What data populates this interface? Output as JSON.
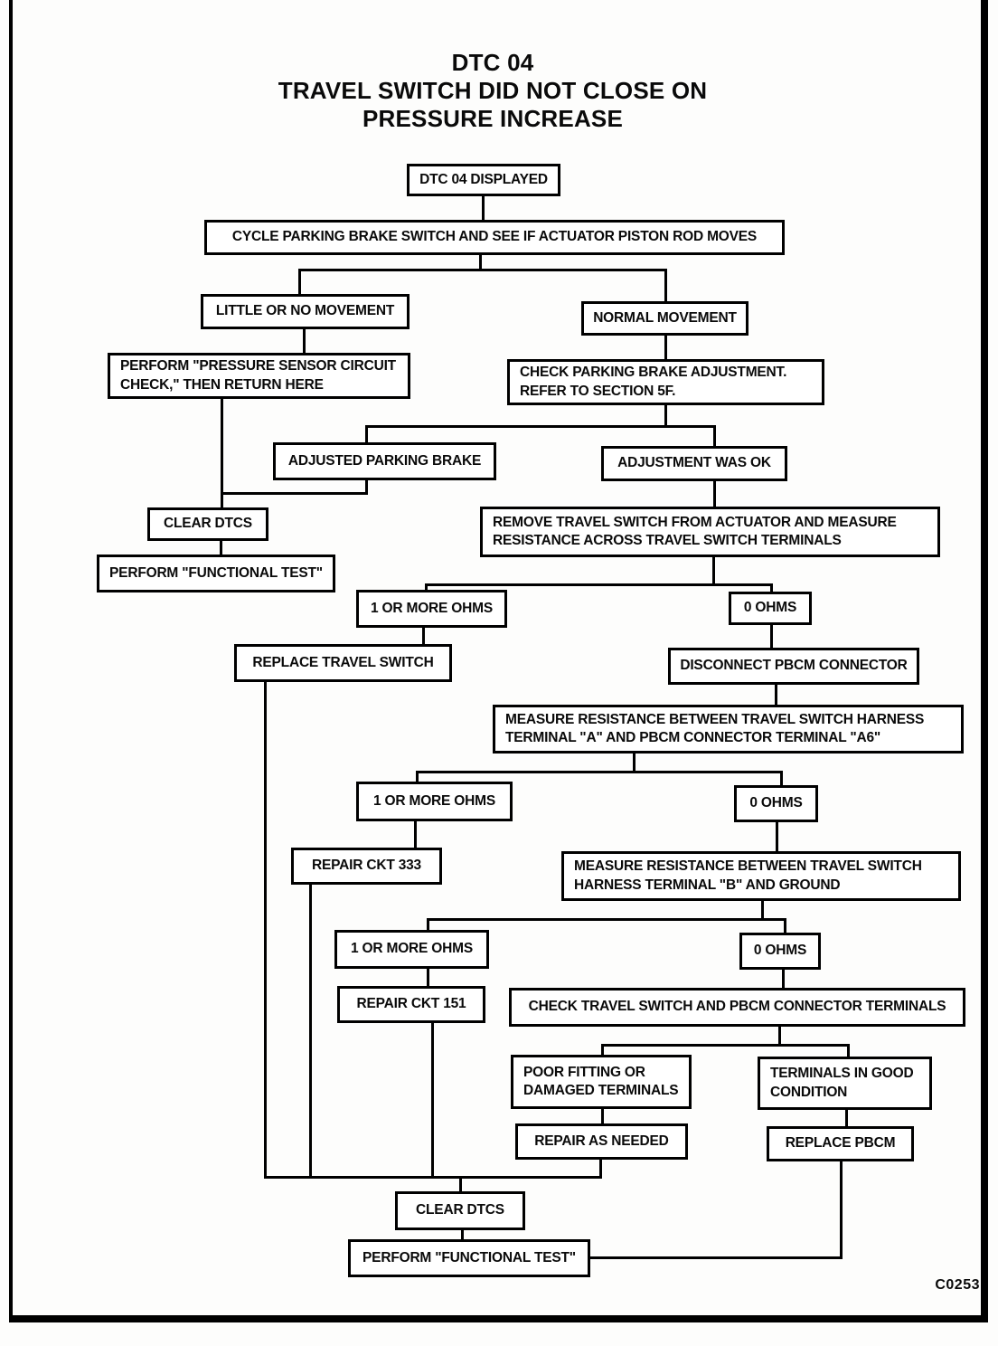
{
  "page": {
    "title_line1": "DTC 04",
    "title_line2": "TRAVEL SWITCH DID NOT CLOSE ON",
    "title_line3": "PRESSURE INCREASE",
    "figure_code": "C0253"
  },
  "nodes": {
    "dtc_displayed": "DTC 04 DISPLAYED",
    "cycle_parking_brake": "CYCLE PARKING BRAKE SWITCH AND SEE IF ACTUATOR PISTON ROD MOVES",
    "little_movement": "LITTLE OR NO MOVEMENT",
    "normal_movement": "NORMAL MOVEMENT",
    "perform_pressure_sensor": "PERFORM \"PRESSURE SENSOR CIRCUIT\nCHECK,\" THEN RETURN HERE",
    "check_adjustment": "CHECK PARKING BRAKE ADJUSTMENT.\nREFER TO SECTION 5F.",
    "adjusted_brake": "ADJUSTED PARKING BRAKE",
    "adjustment_ok": "ADJUSTMENT WAS OK",
    "clear_dtcs_left": "CLEAR DTCS",
    "functional_test_left": "PERFORM \"FUNCTIONAL TEST\"",
    "remove_travel_switch": "REMOVE TRAVEL SWITCH FROM ACTUATOR AND MEASURE\nRESISTANCE ACROSS TRAVEL SWITCH TERMINALS",
    "ohms_more_1": "1 OR MORE OHMS",
    "ohms_zero_1": "0 OHMS",
    "replace_travel_switch": "REPLACE TRAVEL SWITCH",
    "disconnect_pbcm": "DISCONNECT PBCM CONNECTOR",
    "measure_a_a6": "MEASURE RESISTANCE  BETWEEN TRAVEL SWITCH HARNESS\nTERMINAL \"A\" AND PBCM CONNECTOR TERMINAL \"A6\"",
    "ohms_more_2": "1 OR MORE OHMS",
    "ohms_zero_2": "0 OHMS",
    "repair_ckt_333": "REPAIR CKT 333",
    "measure_b_ground": "MEASURE RESISTANCE  BETWEEN TRAVEL SWITCH\nHARNESS TERMINAL \"B\" AND GROUND",
    "ohms_more_3": "1 OR MORE OHMS",
    "ohms_zero_3": "0 OHMS",
    "repair_ckt_151": "REPAIR CKT 151",
    "check_terminals": "CHECK TRAVEL SWITCH AND PBCM CONNECTOR TERMINALS",
    "poor_fitting": "POOR FITTING OR\nDAMAGED TERMINALS",
    "good_condition": "TERMINALS IN GOOD\nCONDITION",
    "repair_as_needed": "REPAIR AS NEEDED",
    "replace_pbcm": "REPLACE PBCM",
    "clear_dtcs_bottom": "CLEAR DTCS",
    "functional_test_bottom": "PERFORM \"FUNCTIONAL TEST\""
  },
  "edges": [
    [
      "dtc_displayed",
      "cycle_parking_brake"
    ],
    [
      "cycle_parking_brake",
      "little_movement"
    ],
    [
      "cycle_parking_brake",
      "normal_movement"
    ],
    [
      "little_movement",
      "perform_pressure_sensor"
    ],
    [
      "normal_movement",
      "check_adjustment"
    ],
    [
      "perform_pressure_sensor",
      "clear_dtcs_left"
    ],
    [
      "check_adjustment",
      "adjusted_brake"
    ],
    [
      "check_adjustment",
      "adjustment_ok"
    ],
    [
      "adjusted_brake",
      "clear_dtcs_left"
    ],
    [
      "clear_dtcs_left",
      "functional_test_left"
    ],
    [
      "adjustment_ok",
      "remove_travel_switch"
    ],
    [
      "remove_travel_switch",
      "ohms_more_1"
    ],
    [
      "remove_travel_switch",
      "ohms_zero_1"
    ],
    [
      "ohms_more_1",
      "replace_travel_switch"
    ],
    [
      "ohms_zero_1",
      "disconnect_pbcm"
    ],
    [
      "disconnect_pbcm",
      "measure_a_a6"
    ],
    [
      "measure_a_a6",
      "ohms_more_2"
    ],
    [
      "measure_a_a6",
      "ohms_zero_2"
    ],
    [
      "ohms_more_2",
      "repair_ckt_333"
    ],
    [
      "ohms_zero_2",
      "measure_b_ground"
    ],
    [
      "measure_b_ground",
      "ohms_more_3"
    ],
    [
      "measure_b_ground",
      "ohms_zero_3"
    ],
    [
      "ohms_more_3",
      "repair_ckt_151"
    ],
    [
      "ohms_zero_3",
      "check_terminals"
    ],
    [
      "check_terminals",
      "poor_fitting"
    ],
    [
      "check_terminals",
      "good_condition"
    ],
    [
      "poor_fitting",
      "repair_as_needed"
    ],
    [
      "good_condition",
      "replace_pbcm"
    ],
    [
      "replace_travel_switch",
      "clear_dtcs_bottom"
    ],
    [
      "repair_ckt_333",
      "clear_dtcs_bottom"
    ],
    [
      "repair_ckt_151",
      "clear_dtcs_bottom"
    ],
    [
      "repair_as_needed",
      "clear_dtcs_bottom"
    ],
    [
      "clear_dtcs_bottom",
      "functional_test_bottom"
    ],
    [
      "replace_pbcm",
      "functional_test_bottom"
    ]
  ]
}
